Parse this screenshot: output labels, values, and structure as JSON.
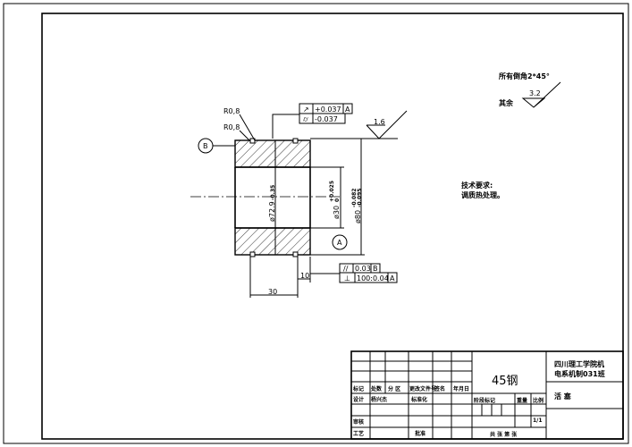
{
  "drawing": {
    "radius_top": "R0,8",
    "radius_second": "R0,8",
    "datum_b": "B",
    "datum_a": "A",
    "runout_value": "+0.037",
    "runout_datum": "A",
    "cylindricity_value": "-0.037",
    "roughness_top": "1.6",
    "dia_inner_groove": "ø72.9",
    "dia_inner_groove_tol": "-0.35",
    "dia_bore": "ø30",
    "dia_bore_tol_upper": "+0.025",
    "dia_bore_tol_lower": "0",
    "dia_outer": "ø80",
    "dia_outer_tol_upper": "-0.082",
    "dia_outer_tol_lower": "-0.095",
    "dim_groove_width": "10",
    "dim_groove_spacing": "30",
    "parallelism_value": "0.03",
    "parallelism_datum": "B",
    "perpendicularity_value": "100:0.04",
    "perpendicularity_datum": "A"
  },
  "notes": {
    "chamfer": "所有倒角2*45°",
    "rest_label": "其余",
    "rest_roughness": "3.2",
    "tech_title": "技术要求:",
    "tech_item": "调质热处理。"
  },
  "title_block": {
    "material": "45钢",
    "school_line1": "四川理工学院机",
    "school_line2": "电系机制031班",
    "part_name": "活  塞",
    "headers": [
      "标记",
      "处数",
      "分 区",
      "更改文件号",
      "签名",
      "年月日"
    ],
    "design_label": "设计",
    "designer": "杨兴杰",
    "standardize_label": "标准化",
    "review_label": "审核",
    "process_label": "工艺",
    "approve_label": "批准",
    "stage_label": "阶段标记",
    "weight_label": "重量",
    "scale_label": "比例",
    "scale_value": "1/1",
    "sheets_label": "共  张  第  张"
  }
}
